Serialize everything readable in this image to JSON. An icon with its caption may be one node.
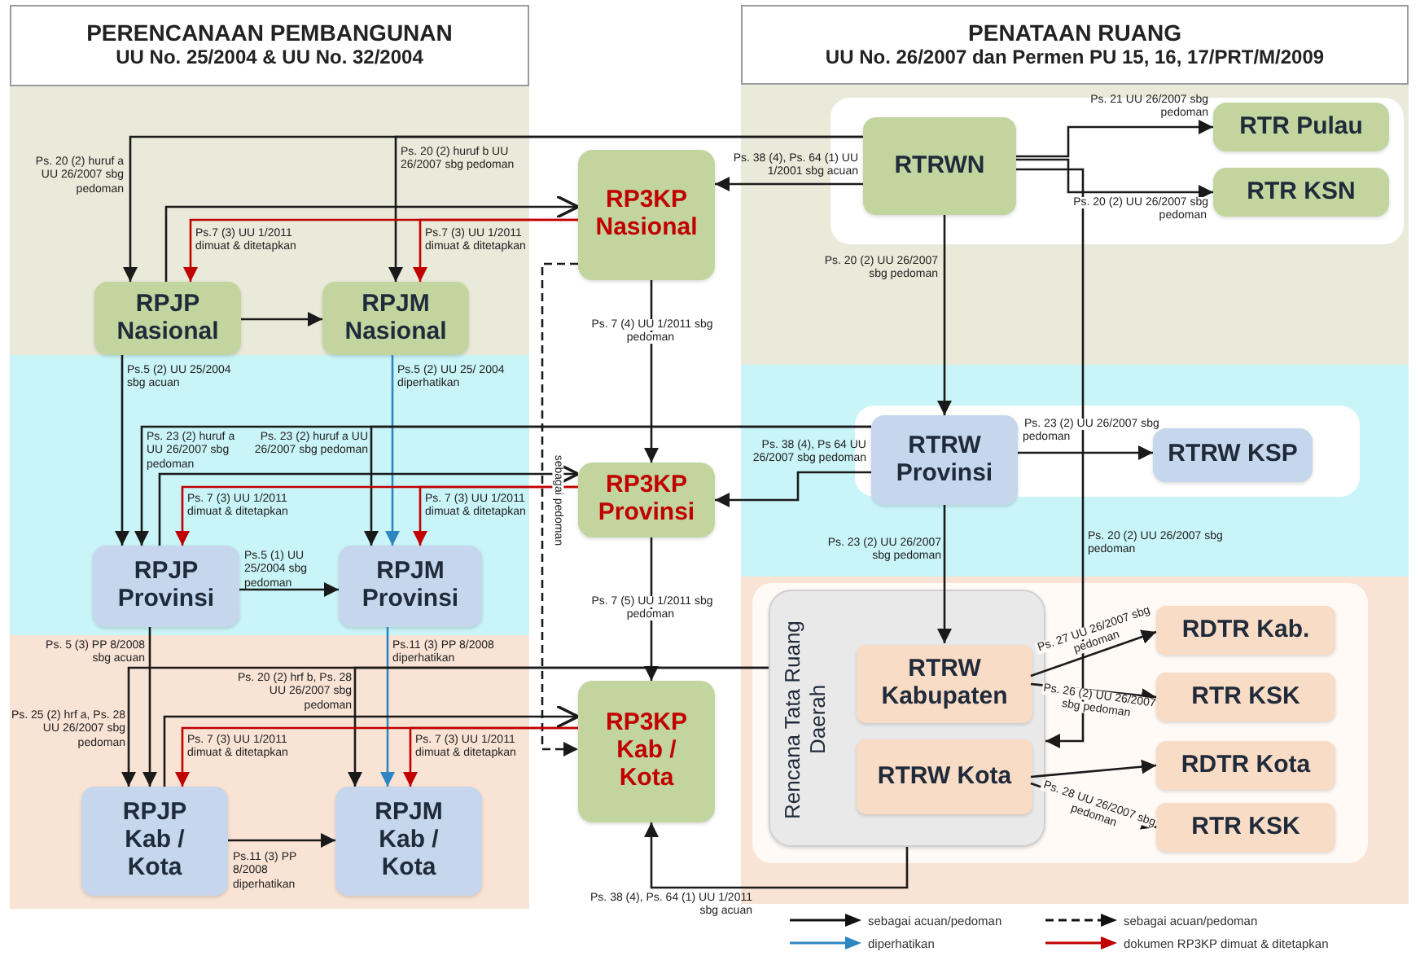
{
  "diagram": {
    "nodes": [
      {
        "text": [
          "PERENCANAAN PEMBANGUNAN",
          "UU No. 25/2004 & UU No. 32/2004"
        ]
      },
      {
        "text": [
          "PENATAAN RUANG",
          "UU No. 26/2007 dan Permen  PU 15, 16, 17/PRT/M/2009"
        ]
      },
      {
        "text": [
          "RPJP Nasional"
        ]
      },
      {
        "text": [
          "RPJM Nasional"
        ]
      },
      {
        "text": [
          "RP3KP Nasional"
        ]
      },
      {
        "text": [
          "RTRWN"
        ]
      },
      {
        "text": [
          "RTR Pulau"
        ]
      },
      {
        "text": [
          "RTR KSN"
        ]
      },
      {
        "text": [
          "RPJP Provinsi"
        ]
      },
      {
        "text": [
          "RPJM Provinsi"
        ]
      },
      {
        "text": [
          "RP3KP Provinsi"
        ]
      },
      {
        "text": [
          "RTRW Provinsi"
        ]
      },
      {
        "text": [
          "RTRW KSP"
        ]
      },
      {
        "text": [
          "Rencana Tata Ruang Daerah"
        ]
      },
      {
        "text": [
          "RTRW Kabupaten"
        ],
        "in": 13
      },
      {
        "text": [
          "RTRW Kota"
        ],
        "in": 13
      },
      {
        "text": [
          "RDTR Kab."
        ]
      },
      {
        "text": [
          "RTR KSK"
        ]
      },
      {
        "text": [
          "RDTR Kota"
        ]
      },
      {
        "text": [
          "RTR KSK"
        ]
      },
      {
        "text": [
          "RPJP Kab / Kota"
        ]
      },
      {
        "text": [
          "RPJM Kab / Kota"
        ]
      },
      {
        "text": [
          "RP3KP Kab / Kota"
        ]
      }
    ],
    "edges": [
      {
        "from": 5,
        "to": 2,
        "arrow": "to",
        "label": "Ps. 20 (2) huruf a UU 26/2007 sbg pedoman"
      },
      {
        "from": 5,
        "to": 3,
        "arrow": "to",
        "label": "Ps. 20 (2) huruf b UU 26/2007 sbg pedoman"
      },
      {
        "from": 5,
        "to": 4,
        "arrow": "to",
        "label": "Ps. 38 (4), Ps. 64 (1) UU 1/2001 sbg acuan"
      },
      {
        "from": 5,
        "to": 6,
        "arrow": "to",
        "label": "Ps. 21 UU 26/2007 sbg pedoman"
      },
      {
        "from": 5,
        "to": 7,
        "arrow": "to",
        "label": "Ps. 20 (2) UU 26/2007 sbg pedoman"
      },
      {
        "from": 5,
        "to": 11,
        "arrow": "to",
        "label": "Ps. 20 (2) UU 26/2007 sbg pedoman"
      },
      {
        "from": 5,
        "to": 13,
        "arrow": "to",
        "label": "Ps. 20 (2) UU 26/2007 sbg pedoman"
      },
      {
        "from": 4,
        "to": 2,
        "arrow": "to",
        "label": "Ps.7 (3) UU 1/2011 dimuat & ditetapkan",
        "color": "#c00000"
      },
      {
        "from": 4,
        "to": 3,
        "arrow": "to",
        "label": "Ps.7 (3) UU 1/2011 dimuat & ditetapkan",
        "color": "#c00000"
      },
      {
        "from": 2,
        "to": 4,
        "arrow": "to"
      },
      {
        "from": 2,
        "to": 3,
        "arrow": "to"
      },
      {
        "from": 4,
        "to": 10,
        "arrow": "to",
        "label": "Ps. 7 (4) UU 1/2011 sbg pedoman"
      },
      {
        "from": 4,
        "to": 22,
        "arrow": "to",
        "label": "sebagai pedoman",
        "style": "dashed"
      },
      {
        "from": 2,
        "to": 8,
        "arrow": "to",
        "label": "Ps.5 (2) UU 25/2004 sbg acuan"
      },
      {
        "from": 3,
        "to": 9,
        "arrow": "to",
        "label": "Ps.5 (2) UU 25/ 2004 diperhatikan",
        "color": "#2e86c1"
      },
      {
        "from": 11,
        "to": 8,
        "arrow": "to",
        "label": "Ps. 23 (2) huruf a UU 26/2007 sbg pedoman"
      },
      {
        "from": 11,
        "to": 9,
        "arrow": "to",
        "label": "Ps. 23 (2) huruf a UU 26/2007 sbg pedoman"
      },
      {
        "from": 11,
        "to": 10,
        "arrow": "to",
        "label": "Ps. 38 (4), Ps 64 UU 26/2007 sbg pedoman"
      },
      {
        "from": 11,
        "to": 12,
        "arrow": "to",
        "label": "Ps. 23 (2) UU 26/2007 sbg pedoman"
      },
      {
        "from": 11,
        "to": 14,
        "arrow": "to",
        "label": "Ps. 23 (2) UU 26/2007 sbg pedoman"
      },
      {
        "from": 10,
        "to": 8,
        "arrow": "to",
        "label": "Ps. 7 (3) UU 1/2011 dimuat & ditetapkan",
        "color": "#c00000"
      },
      {
        "from": 10,
        "to": 9,
        "arrow": "to",
        "label": "Ps. 7 (3) UU 1/2011 dimuat & ditetapkan",
        "color": "#c00000"
      },
      {
        "from": 8,
        "to": 10,
        "arrow": "to"
      },
      {
        "from": 8,
        "to": 9,
        "arrow": "to",
        "label": "Ps.5 (1) UU 25/2004 sbg pedoman"
      },
      {
        "from": 10,
        "to": 22,
        "arrow": "to",
        "label": "Ps. 7 (5) UU 1/2011 sbg pedoman"
      },
      {
        "from": 8,
        "to": 20,
        "arrow": "to",
        "label": "Ps. 5 (3) PP 8/2008 sbg acuan"
      },
      {
        "from": 9,
        "to": 21,
        "arrow": "to",
        "label": "Ps.11 (3) PP 8/2008 diperhatikan",
        "color": "#2e86c1"
      },
      {
        "from": 13,
        "to": 20,
        "arrow": "to",
        "label": "Ps. 25 (2) hrf a, Ps. 28 UU 26/2007 sbg pedoman"
      },
      {
        "from": 13,
        "to": 21,
        "arrow": "to",
        "label": "Ps. 20 (2) hrf b, Ps. 28 UU 26/2007 sbg pedoman"
      },
      {
        "from": 22,
        "to": 20,
        "arrow": "to",
        "label": "Ps. 7 (3) UU 1/2011 dimuat & ditetapkan",
        "color": "#c00000"
      },
      {
        "from": 22,
        "to": 21,
        "arrow": "to",
        "label": "Ps. 7 (3) UU 1/2011 dimuat & ditetapkan",
        "color": "#c00000"
      },
      {
        "from": 20,
        "to": 22,
        "arrow": "to"
      },
      {
        "from": 20,
        "to": 21,
        "arrow": "to",
        "label": "Ps.11 (3) PP 8/2008 diperhatikan"
      },
      {
        "from": 13,
        "to": 22,
        "arrow": "to",
        "label": "Ps. 38 (4), Ps. 64 (1) UU 1/2011 sbg acuan"
      },
      {
        "from": 14,
        "to": 16,
        "arrow": "to",
        "label": "Ps. 27 UU 26/2007 sbg pedoman"
      },
      {
        "from": 14,
        "to": 17,
        "arrow": "to",
        "label": "Ps. 26 (2) UU 26/2007 sbg pedoman"
      },
      {
        "from": 15,
        "to": 18,
        "arrow": "to"
      },
      {
        "from": 15,
        "to": 19,
        "arrow": "to",
        "label": "Ps. 28 UU 26/2007 sbg pedoman"
      }
    ],
    "legend": [
      {
        "text": "sebagai acuan/pedoman"
      },
      {
        "text": "sebagai acuan/pedoman"
      },
      {
        "text": "diperhatikan"
      },
      {
        "text": "dokumen RP3KP dimuat & ditetapkan"
      }
    ]
  }
}
